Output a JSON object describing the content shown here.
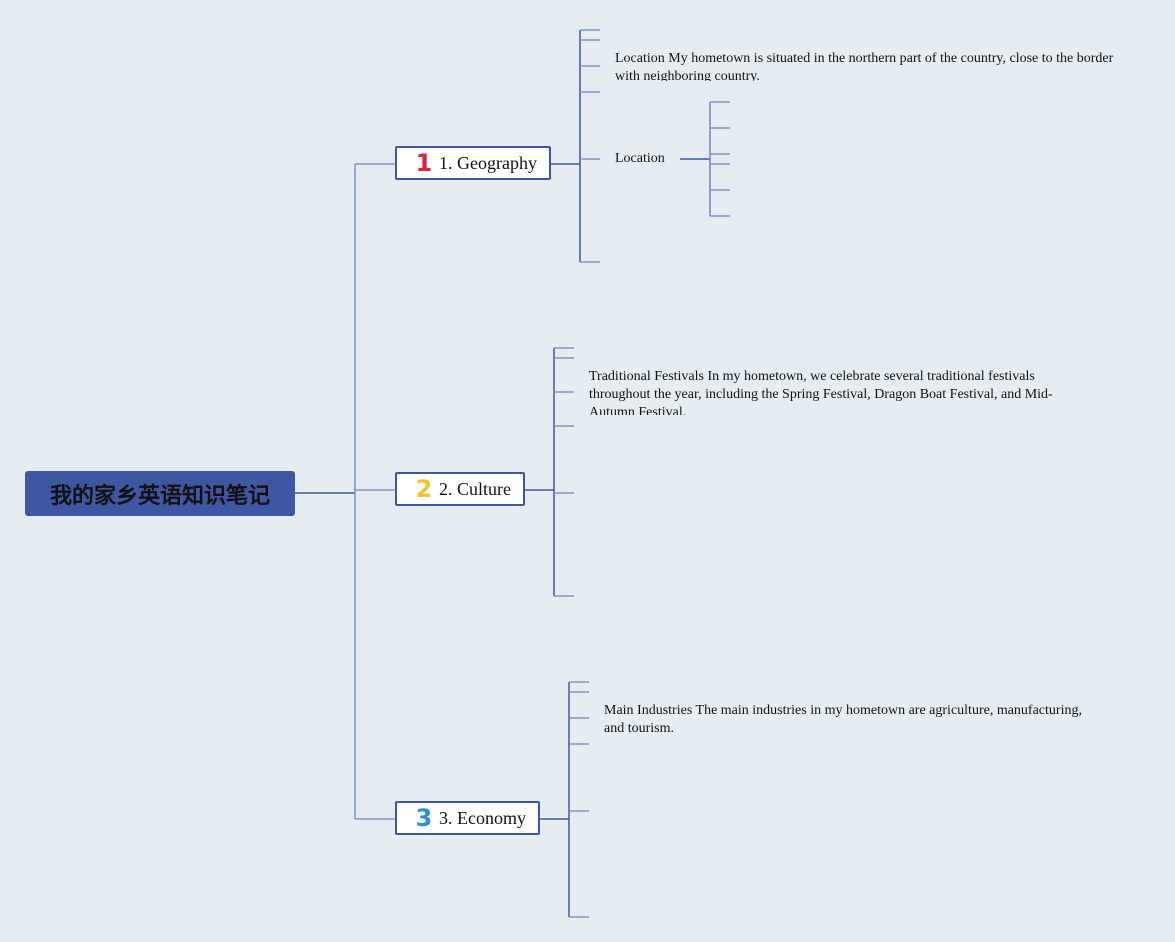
{
  "root": {
    "title": "我的家乡英语知识笔记"
  },
  "branches": [
    {
      "badge": "1",
      "badge_color": "#e0223f",
      "label": "1. Geography"
    },
    {
      "badge": "2",
      "badge_color": "#f2c12e",
      "label": "2. Culture"
    },
    {
      "badge": "3",
      "badge_color": "#2a8fd6",
      "label": "3. Economy"
    }
  ],
  "notes": {
    "geography_location": "Location My hometown is situated in the northern part of the country, close to the border with neighboring country.",
    "geography_sub": "Location",
    "culture_festivals": "Traditional Festivals In my hometown, we celebrate several traditional festivals throughout the year, including the Spring Festival, Dragon Boat Festival, and Mid-Autumn Festival.",
    "economy_industries": "Main Industries The main industries in my hometown are agriculture, manufacturing, and tourism."
  },
  "colors": {
    "root": "#3f57a3",
    "line": "#6f87c2",
    "line_dark": "#3f57a3",
    "background": "#e6edf2"
  }
}
